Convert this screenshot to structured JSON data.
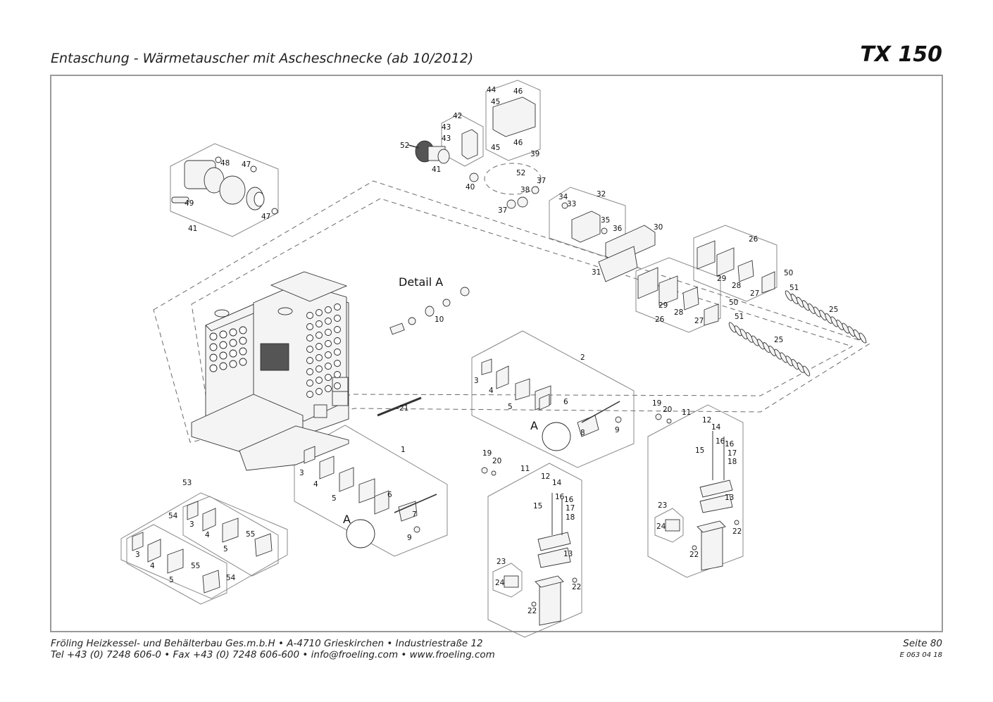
{
  "header": {
    "title": "Entaschung - Wärmetauscher mit Ascheschnecke (ab 10/2012)",
    "model": "TX 150"
  },
  "diagram": {
    "detail_label": "Detail A",
    "callout_letter": "A",
    "part_numbers": [
      "1",
      "2",
      "3",
      "4",
      "5",
      "6",
      "7",
      "8",
      "9",
      "10",
      "11",
      "12",
      "13",
      "14",
      "15",
      "16",
      "17",
      "18",
      "19",
      "20",
      "21",
      "22",
      "23",
      "24",
      "25",
      "26",
      "27",
      "28",
      "29",
      "30",
      "31",
      "32",
      "33",
      "34",
      "35",
      "36",
      "37",
      "38",
      "39",
      "40",
      "41",
      "42",
      "43",
      "44",
      "45",
      "46",
      "47",
      "48",
      "49",
      "50",
      "51",
      "52",
      "53",
      "54",
      "55"
    ]
  },
  "footer": {
    "line1": "Fröling Heizkessel- und Behälterbau Ges.m.b.H   •  A-4710 Grieskirchen   •  Industriestraße 12",
    "line2": "Tel +43 (0) 7248 606-0   •  Fax +43 (0) 7248 606-600   •  info@froeling.com   •  www.froeling.com",
    "page": "Seite 80",
    "doc_code": "E 063 04 18"
  }
}
